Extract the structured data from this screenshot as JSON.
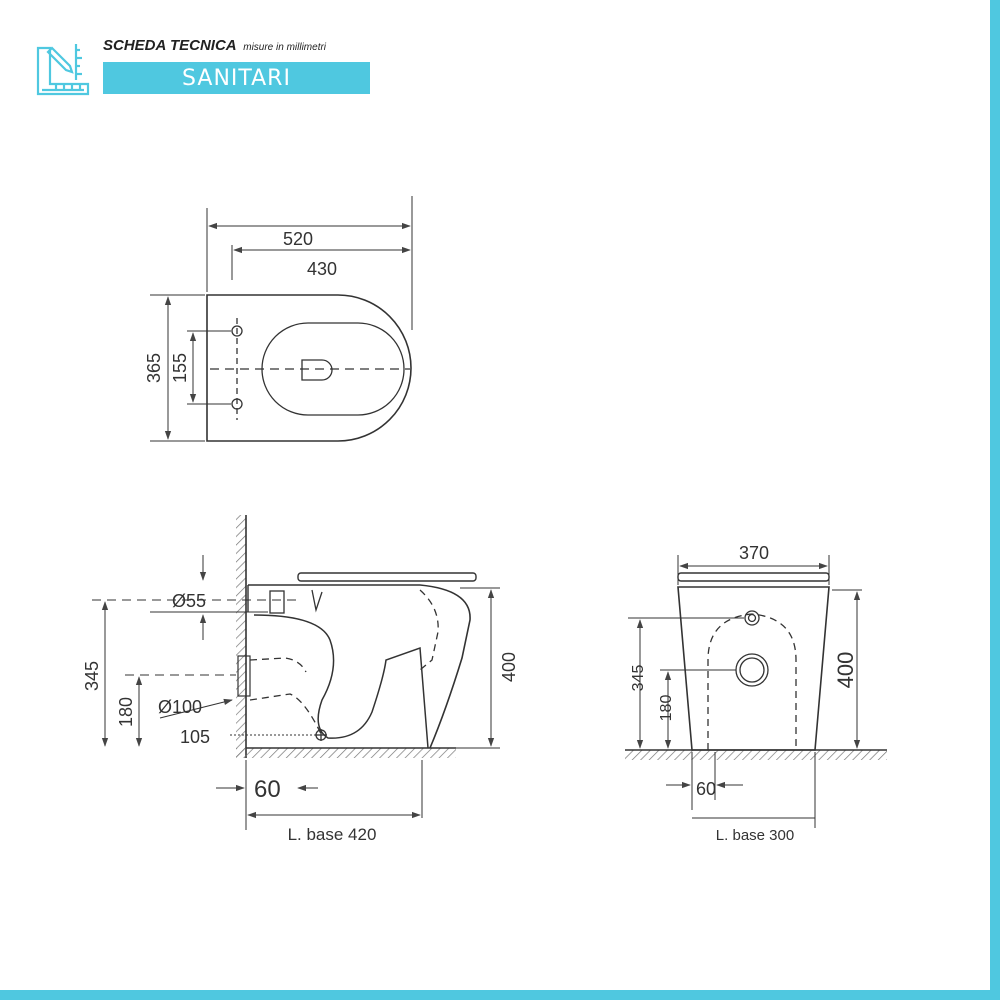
{
  "header": {
    "title": "SCHEDA TECNICA",
    "subtitle": "misure in millimetri",
    "category": "SANITARI",
    "accent_color": "#4fc8e0",
    "logo_icon": "ruler-pencil-icon"
  },
  "top_view": {
    "dim_length_total": "520",
    "dim_length_inner": "430",
    "dim_width": "365",
    "dim_fixing_spacing": "155"
  },
  "side_view": {
    "dim_inlet_diameter": "Ø55",
    "dim_height_inlet": "345",
    "dim_height_outlet": "180",
    "dim_outlet_diameter": "Ø100",
    "dim_outlet_offset": "105",
    "dim_height": "400",
    "dim_wall_gap": "60",
    "dim_base_length": "L. base 420"
  },
  "front_view": {
    "dim_width": "370",
    "dim_height": "400",
    "dim_height_inlet": "345",
    "dim_height_outlet": "180",
    "dim_offset": "60",
    "dim_base_width": "L. base 300"
  }
}
